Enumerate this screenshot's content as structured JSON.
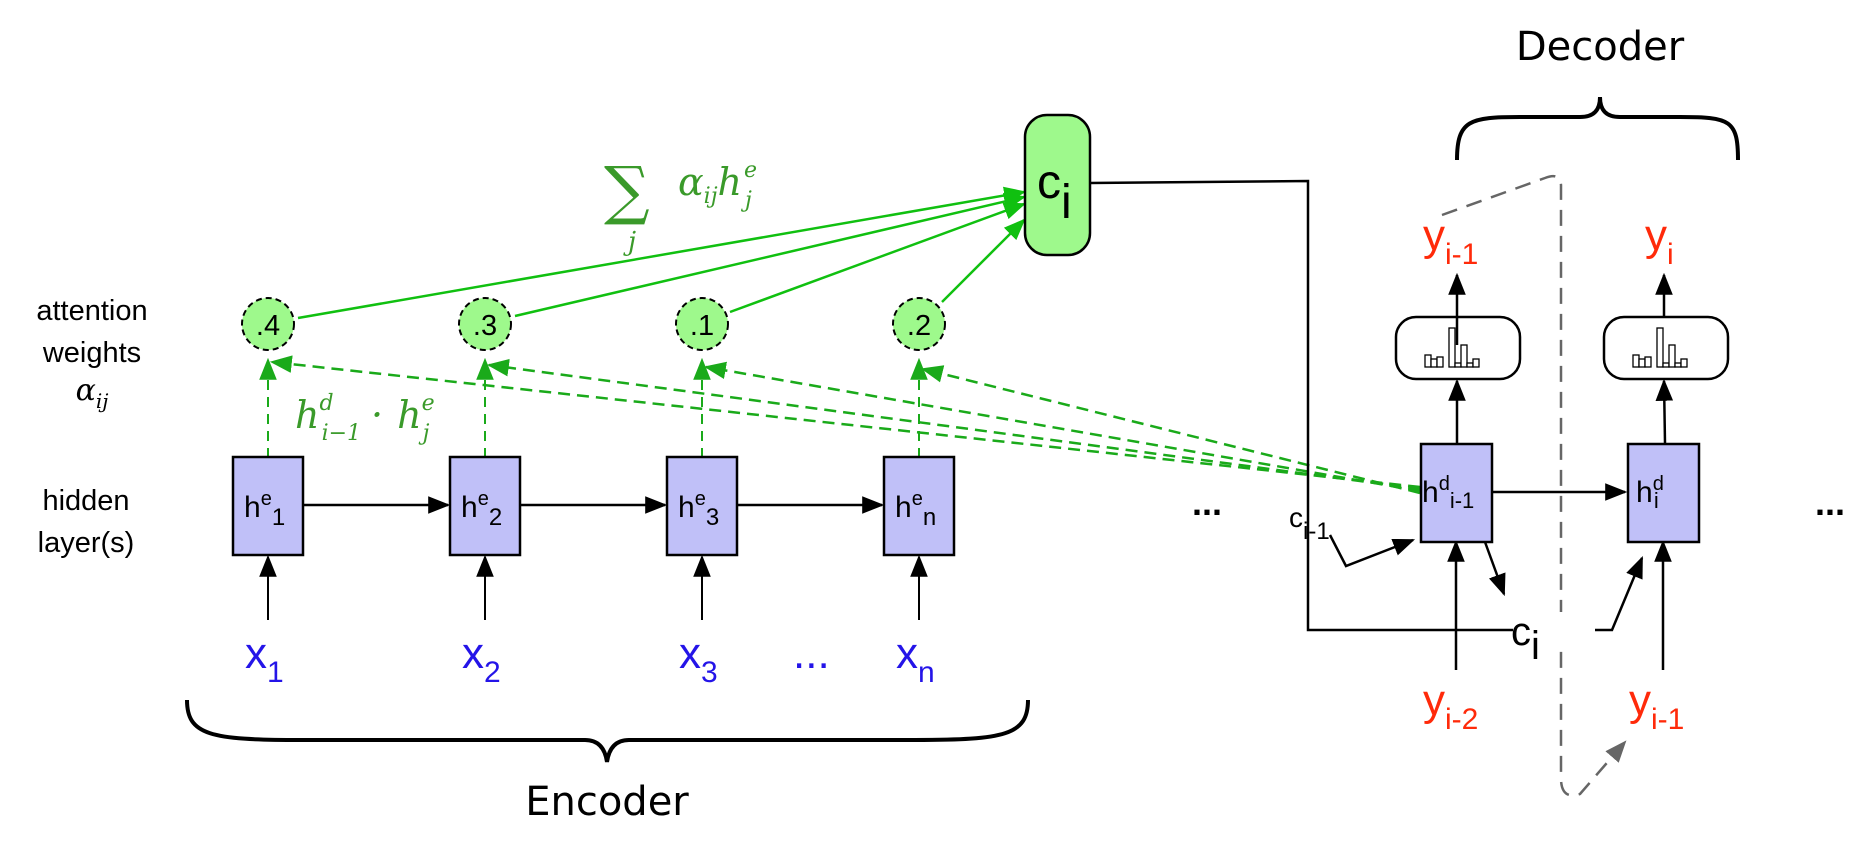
{
  "titles": {
    "encoder": "Encoder",
    "decoder": "Decoder"
  },
  "side_labels": {
    "attention_line1": "attention",
    "attention_line2": "weights",
    "attention_symbol": "α",
    "attention_symbol_sub": "ij",
    "hidden_line1": "hidden",
    "hidden_line2": "layer(s)"
  },
  "formulas": {
    "sum_symbol": "∑",
    "sum_index": "j",
    "sum_alpha": "α",
    "sum_alpha_sub": "ij",
    "sum_h": "h",
    "sum_h_sup": "e",
    "sum_h_sub": "j",
    "dot_h1": "h",
    "dot_h1_sup": "d",
    "dot_h1_sub": "i−1",
    "dot_sep": "·",
    "dot_h2": "h",
    "dot_h2_sup": "e",
    "dot_h2_sub": "j"
  },
  "attention_weights": [
    ".4",
    ".3",
    ".1",
    ".2"
  ],
  "attention_weight_values": [
    0.4,
    0.3,
    0.1,
    0.2
  ],
  "context": {
    "base": "c",
    "sub": "i"
  },
  "encoder": {
    "hidden_base": "h",
    "hidden_sup": "e",
    "hidden_subs": [
      "1",
      "2",
      "3",
      "n"
    ],
    "input_base": "x",
    "input_subs": [
      "1",
      "2",
      "3",
      "n"
    ],
    "ellipsis": "..."
  },
  "decoder": {
    "hidden_base": "h",
    "hidden_sup": "d",
    "hidden_subs": [
      "i-1",
      "i"
    ],
    "output_base": "y",
    "output_subs": [
      "i-1",
      "i"
    ],
    "input_subs": [
      "i-2",
      "i-1"
    ],
    "ctx_prev_base": "c",
    "ctx_prev_sub": "i-1",
    "ctx_base": "c",
    "ctx_sub": "i",
    "ellipsis_left": "...",
    "ellipsis_right": "..."
  },
  "colors": {
    "hidden_fill": "#c0c0f8",
    "attention_fill": "#9ef98c",
    "attention_line": "#10c010",
    "attention_dash": "#1aaa1a",
    "input_text": "#2414e8",
    "output_text": "#ff2a0a",
    "math_text": "#3a9a2a"
  }
}
